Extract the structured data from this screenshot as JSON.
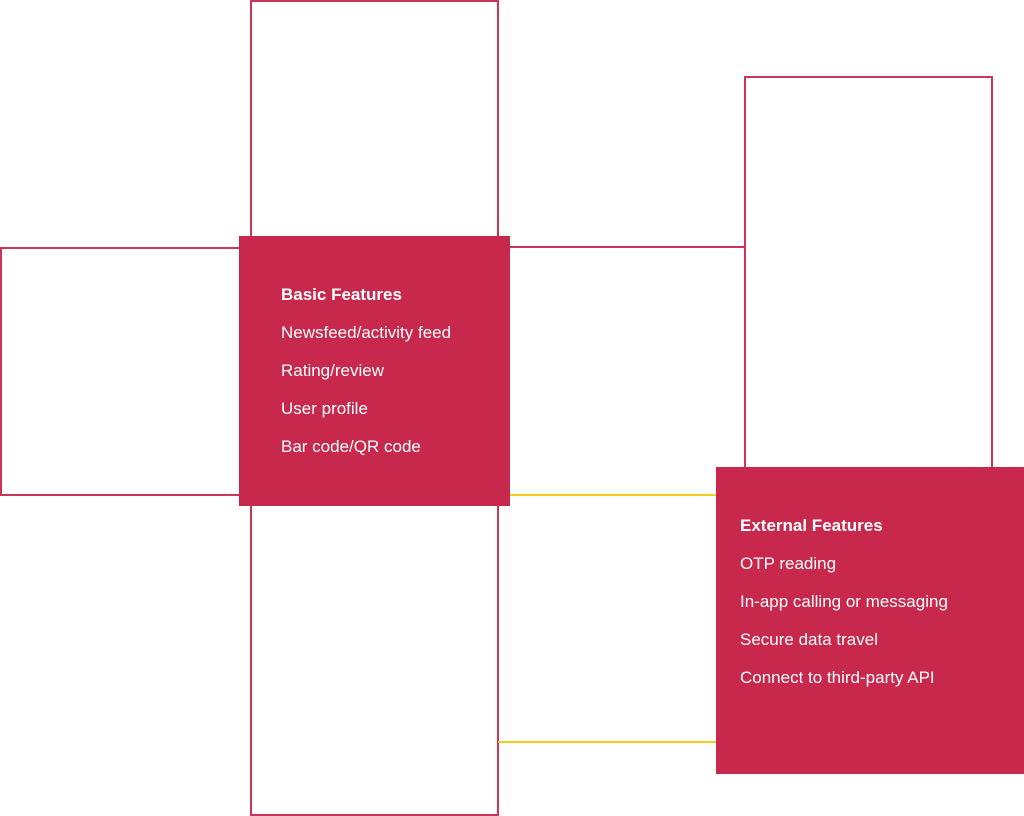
{
  "colors": {
    "accent": "#c8284c",
    "outline": "#cd3556",
    "connector_yellow": "#f5cc1a",
    "background": "#ffffff"
  },
  "basic": {
    "title": "Basic Features",
    "items": [
      "Newsfeed/activity feed",
      "Rating/review",
      "User profile",
      "Bar code/QR code"
    ]
  },
  "external": {
    "title": "External Features",
    "items": [
      "OTP reading",
      "In-app calling or messaging",
      "Secure data travel",
      "Connect to third-party API"
    ]
  }
}
